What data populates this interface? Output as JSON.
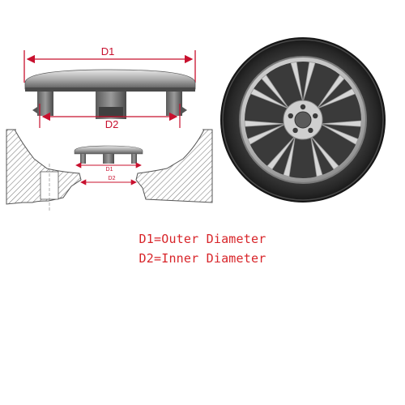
{
  "labels": {
    "d1_top": "D1",
    "d2_top": "D2",
    "d1_small": "D1",
    "d2_small": "D2"
  },
  "legend": {
    "line1": "D1=Outer Diameter",
    "line2": "D2=Inner Diameter"
  },
  "colors": {
    "dimension_red": "#c8102e",
    "legend_red": "#d8252a",
    "cap_gray": "#7d7d7d",
    "tire_dark": "#2a2a2a",
    "rim_silver": "#c9c9c9"
  }
}
